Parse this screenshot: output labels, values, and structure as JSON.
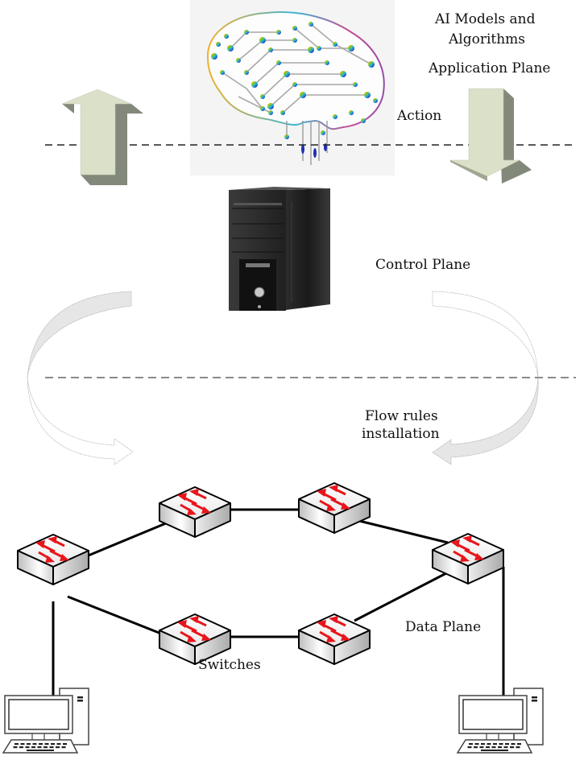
{
  "diagram": {
    "title": "AI-driven SDN architecture",
    "labels": {
      "ai_models": "AI Models and",
      "ai_models_2": "Algorithms",
      "application_plane": "Application Plane",
      "action": "Action",
      "control_plane": "Control Plane",
      "flow_rules": "Flow rules",
      "flow_rules_2": "installation",
      "data_plane": "Data Plane",
      "switches": "Switches"
    },
    "layers": [
      "Application Plane",
      "Control Plane",
      "Data Plane"
    ],
    "nodes": [
      {
        "id": "ai-brain",
        "type": "brain-image",
        "layer": "Application Plane"
      },
      {
        "id": "controller",
        "type": "server-tower",
        "layer": "Control Plane"
      },
      {
        "id": "sw1",
        "type": "switch",
        "layer": "Data Plane"
      },
      {
        "id": "sw2",
        "type": "switch",
        "layer": "Data Plane"
      },
      {
        "id": "sw3",
        "type": "switch",
        "layer": "Data Plane"
      },
      {
        "id": "sw4",
        "type": "switch",
        "layer": "Data Plane"
      },
      {
        "id": "sw5",
        "type": "switch",
        "layer": "Data Plane"
      },
      {
        "id": "sw6",
        "type": "switch",
        "layer": "Data Plane"
      },
      {
        "id": "host-left",
        "type": "host-pc",
        "layer": "Data Plane"
      },
      {
        "id": "host-right",
        "type": "host-pc",
        "layer": "Data Plane"
      }
    ],
    "links": [
      [
        "sw1",
        "sw2"
      ],
      [
        "sw2",
        "sw3"
      ],
      [
        "sw3",
        "sw4"
      ],
      [
        "sw1",
        "sw5"
      ],
      [
        "sw5",
        "sw6"
      ],
      [
        "sw6",
        "sw4"
      ],
      [
        "sw1",
        "host-left"
      ],
      [
        "sw4",
        "host-right"
      ]
    ],
    "arrows": [
      {
        "id": "up-arrow",
        "direction": "up",
        "from": "Control Plane",
        "to": "Application Plane"
      },
      {
        "id": "down-arrow",
        "direction": "down",
        "from": "Application Plane",
        "to": "Control Plane",
        "label": "Action"
      },
      {
        "id": "left-curved-arrow",
        "direction": "down",
        "from": "Control Plane",
        "to": "Data Plane"
      },
      {
        "id": "right-curved-arrow",
        "direction": "down",
        "from": "Control Plane",
        "to": "Data Plane",
        "label": "Flow rules installation"
      }
    ],
    "colors": {
      "arrow_face": "#dbe0c9",
      "arrow_shadow": "#83897a",
      "switch_arrow": "#e8151b",
      "switch_body": "#d9d9d9",
      "curve_fill": "#e6e6e6"
    }
  }
}
